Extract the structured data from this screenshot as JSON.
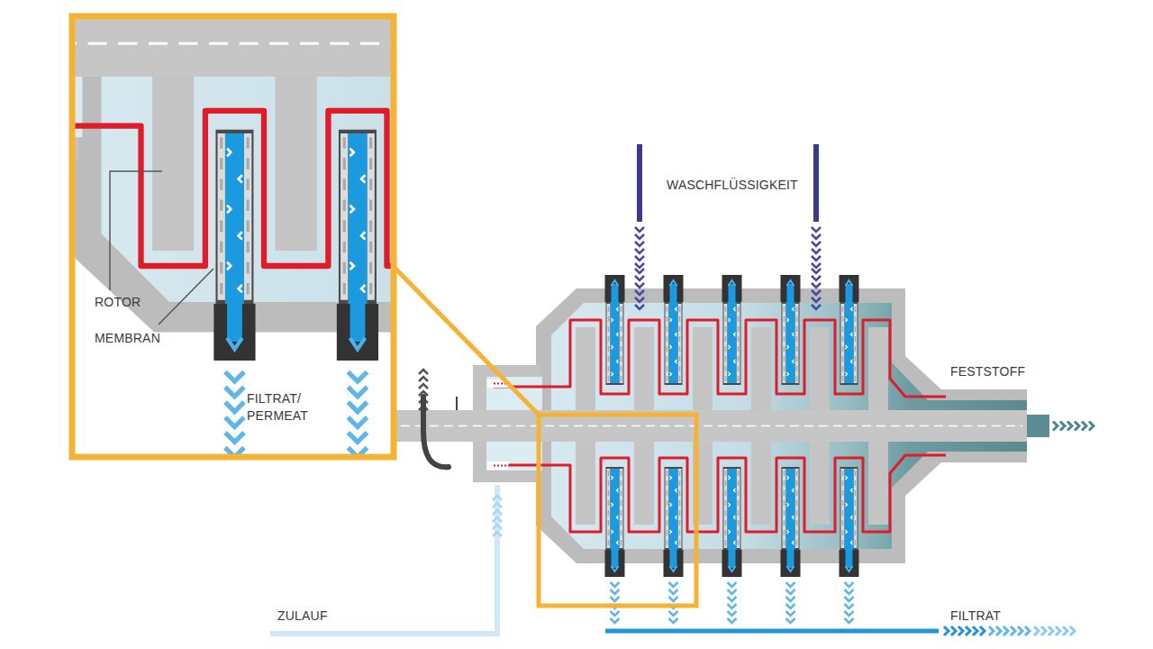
{
  "diagram": {
    "labels": [
      "ROTOR",
      "MEMBRAN",
      "FILTRAT/ PERMEAT",
      "WASCHFLÜSSIGKEIT",
      "FESTSTOFF",
      "ZULAUF",
      "FILTRAT"
    ]
  }
}
